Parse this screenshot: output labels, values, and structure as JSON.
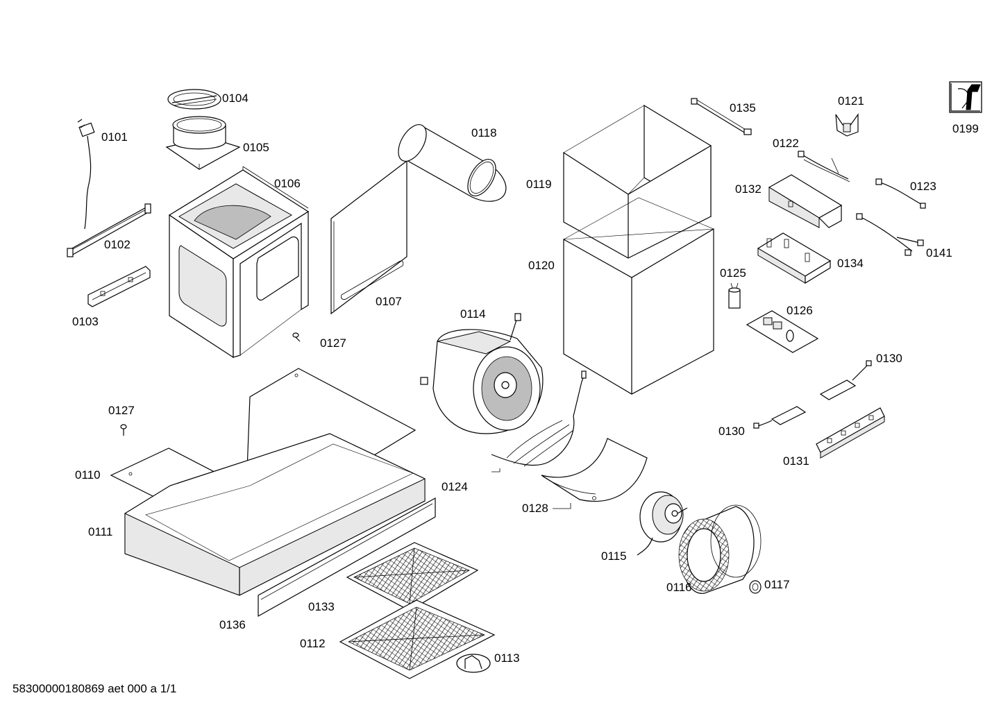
{
  "diagram": {
    "labels": {
      "p0101": "0101",
      "p0102": "0102",
      "p0103": "0103",
      "p0104": "0104",
      "p0105": "0105",
      "p0106": "0106",
      "p0107": "0107",
      "p0110": "0110",
      "p0111": "0111",
      "p0112": "0112",
      "p0113": "0113",
      "p0114": "0114",
      "p0115": "0115",
      "p0116": "0116",
      "p0117": "0117",
      "p0118": "0118",
      "p0119": "0119",
      "p0120": "0120",
      "p0121": "0121",
      "p0122": "0122",
      "p0123": "0123",
      "p0124": "0124",
      "p0125": "0125",
      "p0126": "0126",
      "p0127a": "0127",
      "p0127b": "0127",
      "p0128": "0128",
      "p0130a": "0130",
      "p0130b": "0130",
      "p0131": "0131",
      "p0132": "0132",
      "p0133": "0133",
      "p0134": "0134",
      "p0135": "0135",
      "p0136": "0136",
      "p0141": "0141",
      "p0199": "0199"
    },
    "footer": "58300000180869 aet 000 a 1/1",
    "icon": "wrench-icon"
  }
}
